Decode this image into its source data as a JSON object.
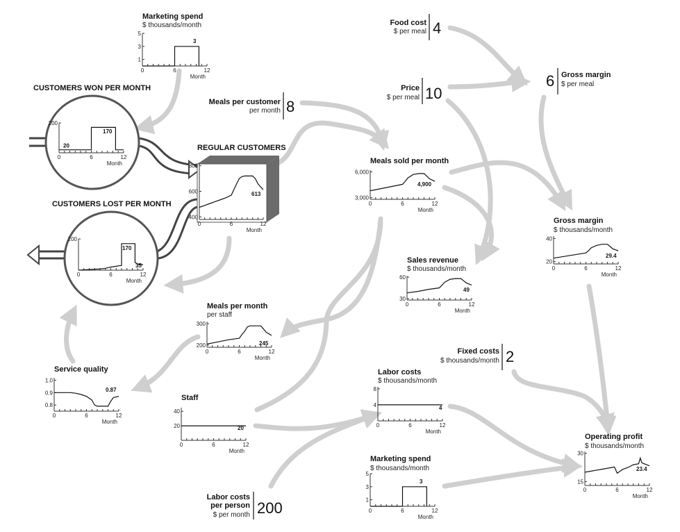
{
  "stocks": {
    "regular_customers": "REGULAR CUSTOMERS",
    "customers_won": "CUSTOMERS WON PER MONTH",
    "customers_lost": "CUSTOMERS LOST PER MONTH"
  },
  "constants": {
    "food_cost": {
      "title": "Food cost",
      "unit": "$ per meal",
      "value": "4"
    },
    "price": {
      "title": "Price",
      "unit": "$ per meal",
      "value": "10"
    },
    "gross_margin_meal": {
      "title": "Gross margin",
      "unit": "$ per meal",
      "value": "6"
    },
    "meals_per_customer": {
      "title": "Meals per customer",
      "unit": "per month",
      "value": "8"
    },
    "fixed_costs": {
      "title": "Fixed costs",
      "unit": "$ thousands/month",
      "value": "2"
    },
    "labor_costs_per_person": {
      "title": "Labor costs per person",
      "title_line1": "Labor costs",
      "title_line2": "per person",
      "unit": "$ per month",
      "value": "200"
    }
  },
  "chart_data": [
    {
      "id": "marketing_top",
      "type": "line",
      "title": "Marketing spend",
      "unit": "$ thousands/month",
      "xlabel": "Month",
      "xlim": [
        0,
        12
      ],
      "xticks": [
        "0",
        "6",
        "12"
      ],
      "ylim": [
        0,
        5
      ],
      "yticks": [
        "1",
        "3",
        "5"
      ],
      "x": [
        0,
        6,
        6,
        10.5,
        10.5
      ],
      "y": [
        0,
        0,
        3,
        3,
        0
      ],
      "value_label": "3"
    },
    {
      "id": "customers_won",
      "type": "line",
      "title": "",
      "unit": "",
      "xlabel": "Month",
      "xlim": [
        0,
        12
      ],
      "xticks": [
        "0",
        "6",
        "12"
      ],
      "ylim": [
        0,
        200
      ],
      "yticks": [
        "200"
      ],
      "x": [
        0,
        6,
        6,
        10.5,
        10.5,
        12
      ],
      "y": [
        20,
        20,
        170,
        170,
        20,
        20
      ],
      "value_label": "170",
      "start_label": "20"
    },
    {
      "id": "regular_customers",
      "type": "line",
      "title": "",
      "unit": "",
      "xlabel": "Month",
      "xlim": [
        0,
        12
      ],
      "xticks": [
        "0",
        "6",
        "12"
      ],
      "ylim": [
        380,
        820
      ],
      "yticks": [
        "400",
        "600",
        "800"
      ],
      "x": [
        0,
        1,
        2,
        3,
        4,
        5,
        6,
        6.5,
        7,
        7.5,
        8,
        8.5,
        9,
        9.5,
        10,
        10.5,
        11,
        11.5,
        12
      ],
      "y": [
        475,
        490,
        505,
        520,
        535,
        550,
        570,
        615,
        660,
        700,
        715,
        720,
        720,
        720,
        720,
        700,
        660,
        635,
        613
      ],
      "value_label": "613"
    },
    {
      "id": "customers_lost",
      "type": "line",
      "title": "",
      "unit": "",
      "xlabel": "Month",
      "xlim": [
        0,
        12
      ],
      "xticks": [
        "0",
        "6",
        "12"
      ],
      "ylim": [
        0,
        200
      ],
      "yticks": [
        "200"
      ],
      "x": [
        0,
        4,
        5,
        6,
        7,
        7.5,
        8,
        8,
        10.5,
        10.5,
        11,
        12
      ],
      "y": [
        0,
        8,
        12,
        20,
        25,
        28,
        30,
        170,
        170,
        50,
        38,
        35
      ],
      "value_label": "170",
      "end_label": "35"
    },
    {
      "id": "meals_sold",
      "type": "line",
      "title": "Meals sold per month",
      "unit": "",
      "xlabel": "Month",
      "xlim": [
        0,
        12
      ],
      "xticks": [
        "0",
        "6",
        "12"
      ],
      "ylim": [
        2800,
        6200
      ],
      "yticks": [
        "3,000",
        "6,000"
      ],
      "x": [
        0,
        2,
        4,
        6,
        6.5,
        7,
        8,
        9,
        10,
        10.5,
        11,
        12
      ],
      "y": [
        3800,
        4050,
        4300,
        4550,
        4900,
        5300,
        5700,
        5800,
        5800,
        5500,
        5200,
        4900
      ],
      "value_label": "4,900"
    },
    {
      "id": "sales_revenue",
      "type": "line",
      "title": "Sales revenue",
      "unit": "$ thousands/month",
      "xlabel": "Month",
      "xlim": [
        0,
        12
      ],
      "xticks": [
        "0",
        "6",
        "12"
      ],
      "ylim": [
        28,
        62
      ],
      "yticks": [
        "30",
        "60"
      ],
      "x": [
        0,
        2,
        4,
        6,
        6.5,
        7,
        8,
        9,
        10,
        10.5,
        11,
        12
      ],
      "y": [
        38,
        40,
        43,
        45,
        49,
        53,
        57,
        58,
        58,
        55,
        52,
        49
      ],
      "value_label": "49"
    },
    {
      "id": "gross_margin",
      "type": "line",
      "title": "Gross margin",
      "unit": "$ thousands/month",
      "xlabel": "Month",
      "xlim": [
        0,
        12
      ],
      "xticks": [
        "0",
        "6",
        "12"
      ],
      "ylim": [
        18,
        42
      ],
      "yticks": [
        "20",
        "40"
      ],
      "x": [
        0,
        2,
        4,
        6,
        6.5,
        7,
        8,
        9,
        10,
        10.5,
        11,
        12
      ],
      "y": [
        23,
        24.5,
        26,
        27.5,
        29.5,
        32,
        34,
        35,
        35,
        33,
        31,
        29.4
      ],
      "value_label": "29.4"
    },
    {
      "id": "meals_per_staff",
      "type": "line",
      "title": "Meals per month",
      "unit": "per staff",
      "xlabel": "Month",
      "xlim": [
        0,
        12
      ],
      "xticks": [
        "0",
        "6",
        "12"
      ],
      "ylim": [
        190,
        310
      ],
      "yticks": [
        "200",
        "300"
      ],
      "x": [
        0,
        2,
        4,
        6,
        6.5,
        7,
        7.5,
        8,
        9,
        10,
        10.5,
        11,
        12
      ],
      "y": [
        205,
        215,
        225,
        232,
        250,
        265,
        285,
        290,
        290,
        290,
        275,
        260,
        245
      ],
      "value_label": "245"
    },
    {
      "id": "service_quality",
      "type": "line",
      "title": "Service quality",
      "unit": "",
      "xlabel": "Month",
      "xlim": [
        0,
        12
      ],
      "xticks": [
        "0",
        "6",
        "12"
      ],
      "ylim": [
        0.75,
        1.02
      ],
      "yticks": [
        "0.8",
        "0.9",
        "1.0"
      ],
      "x": [
        0,
        3,
        4,
        5,
        6,
        7,
        7.5,
        8,
        10,
        10.5,
        11,
        12
      ],
      "y": [
        0.9,
        0.9,
        0.895,
        0.885,
        0.87,
        0.84,
        0.8,
        0.79,
        0.79,
        0.83,
        0.86,
        0.87
      ],
      "value_label": "0.87"
    },
    {
      "id": "staff",
      "type": "line",
      "title": "Staff",
      "unit": "",
      "xlabel": "Month",
      "xlim": [
        0,
        12
      ],
      "xticks": [
        "0",
        "6",
        "12"
      ],
      "ylim": [
        0,
        45
      ],
      "yticks": [
        "20",
        "40"
      ],
      "x": [
        0,
        12
      ],
      "y": [
        20,
        20
      ],
      "value_label": "20"
    },
    {
      "id": "labor_costs",
      "type": "line",
      "title": "Labor costs",
      "unit": "$ thousands/month",
      "xlabel": "Month",
      "xlim": [
        0,
        12
      ],
      "xticks": [
        "0",
        "6",
        "12"
      ],
      "ylim": [
        0,
        8.5
      ],
      "yticks": [
        "4",
        "8"
      ],
      "x": [
        0,
        12
      ],
      "y": [
        4,
        4
      ],
      "value_label": "4"
    },
    {
      "id": "marketing_bottom",
      "type": "line",
      "title": "Marketing spend",
      "unit": "$ thousands/month",
      "xlabel": "Month",
      "xlim": [
        0,
        12
      ],
      "xticks": [
        "0",
        "6",
        "12"
      ],
      "ylim": [
        0,
        5
      ],
      "yticks": [
        "1",
        "3",
        "5"
      ],
      "x": [
        0,
        6,
        6,
        10.5,
        10.5
      ],
      "y": [
        0,
        0,
        3,
        3,
        0
      ],
      "value_label": "3"
    },
    {
      "id": "operating_profit",
      "type": "line",
      "title": "Operating profit",
      "unit": "$ thousands/month",
      "xlabel": "Month",
      "xlim": [
        0,
        12
      ],
      "xticks": [
        "0",
        "6",
        "12"
      ],
      "ylim": [
        13,
        31
      ],
      "yticks": [
        "15",
        "30"
      ],
      "x": [
        0,
        1,
        2,
        3,
        4,
        5,
        5.5,
        6,
        6.3,
        7,
        8,
        9,
        10,
        10.3,
        10.6,
        11,
        12
      ],
      "y": [
        20,
        20.5,
        21,
        21.5,
        22,
        22.5,
        22.8,
        19.5,
        20,
        21.5,
        22.5,
        24,
        24.5,
        27.5,
        25,
        24.5,
        23.4
      ],
      "value_label": "23.4"
    }
  ],
  "colors": {
    "arrow": "#cfcfcf",
    "flow": "#555555",
    "ink": "#111111"
  }
}
